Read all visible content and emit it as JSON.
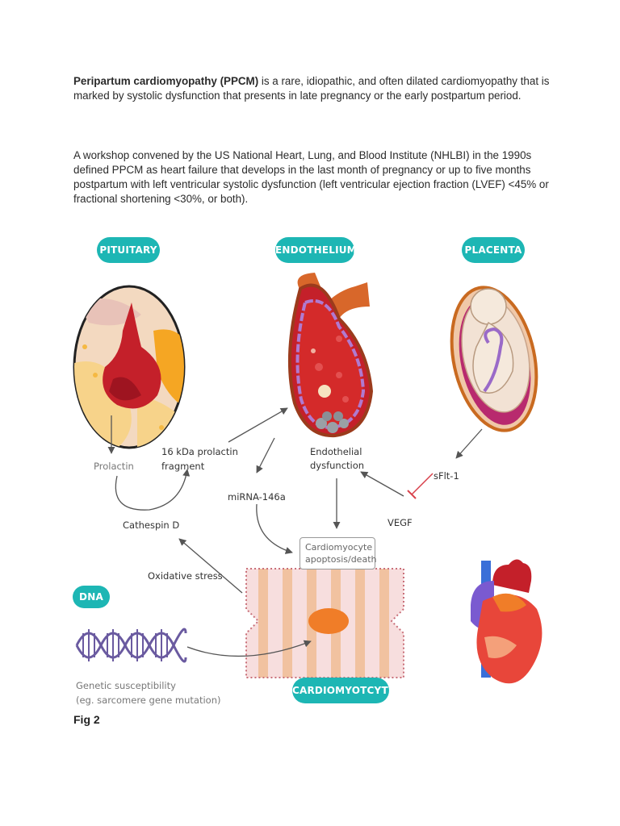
{
  "intro": {
    "term": "Peripartum cardiomyopathy (PPCM)",
    "definition": " is a rare, idiopathic, and often dilated cardiomyopathy that is marked by systolic dysfunction that presents in late pregnancy or the early postpartum period."
  },
  "workshop": {
    "text": "A workshop convened by the US National Heart, Lung, and Blood Institute (NHLBI) in the 1990s defined PPCM as heart failure that develops in the last month of pregnancy or up to five months postpartum with left ventricular systolic dysfunction (left ventricular ejection fraction (LVEF) <45% or fractional shortening <30%, or both)."
  },
  "figure": {
    "headers": {
      "pituitary": "PITUITARY",
      "endothelium": "ENDOTHELIUM",
      "placenta": "PLACENTA",
      "dna": "DNA",
      "cardiomyocyte": "CARDIOMYOTCYTE"
    },
    "labels": {
      "prolactin": "Prolactin",
      "fragment_line1": "16 kDa prolactin",
      "fragment_line2": "fragment",
      "cathepsin": "Cathespin D",
      "endothelial_line1": "Endothelial",
      "endothelial_line2": "dysfunction",
      "sflt": "sFlt-1",
      "mirna": "miRNA-146a",
      "vegf": "VEGF",
      "apoptosis_line1": "Cardiomyocyte",
      "apoptosis_line2": "apoptosis/death",
      "oxidative": "Oxidative stress",
      "genetic_line1": "Genetic susceptibility",
      "genetic_line2": "(eg. sarcomere gene mutation)"
    },
    "colors": {
      "teal": "#1db6b4",
      "red": "#c4202a",
      "orange": "#e8711f",
      "cream": "#f7d79a"
    }
  },
  "caption": "Fig 2"
}
